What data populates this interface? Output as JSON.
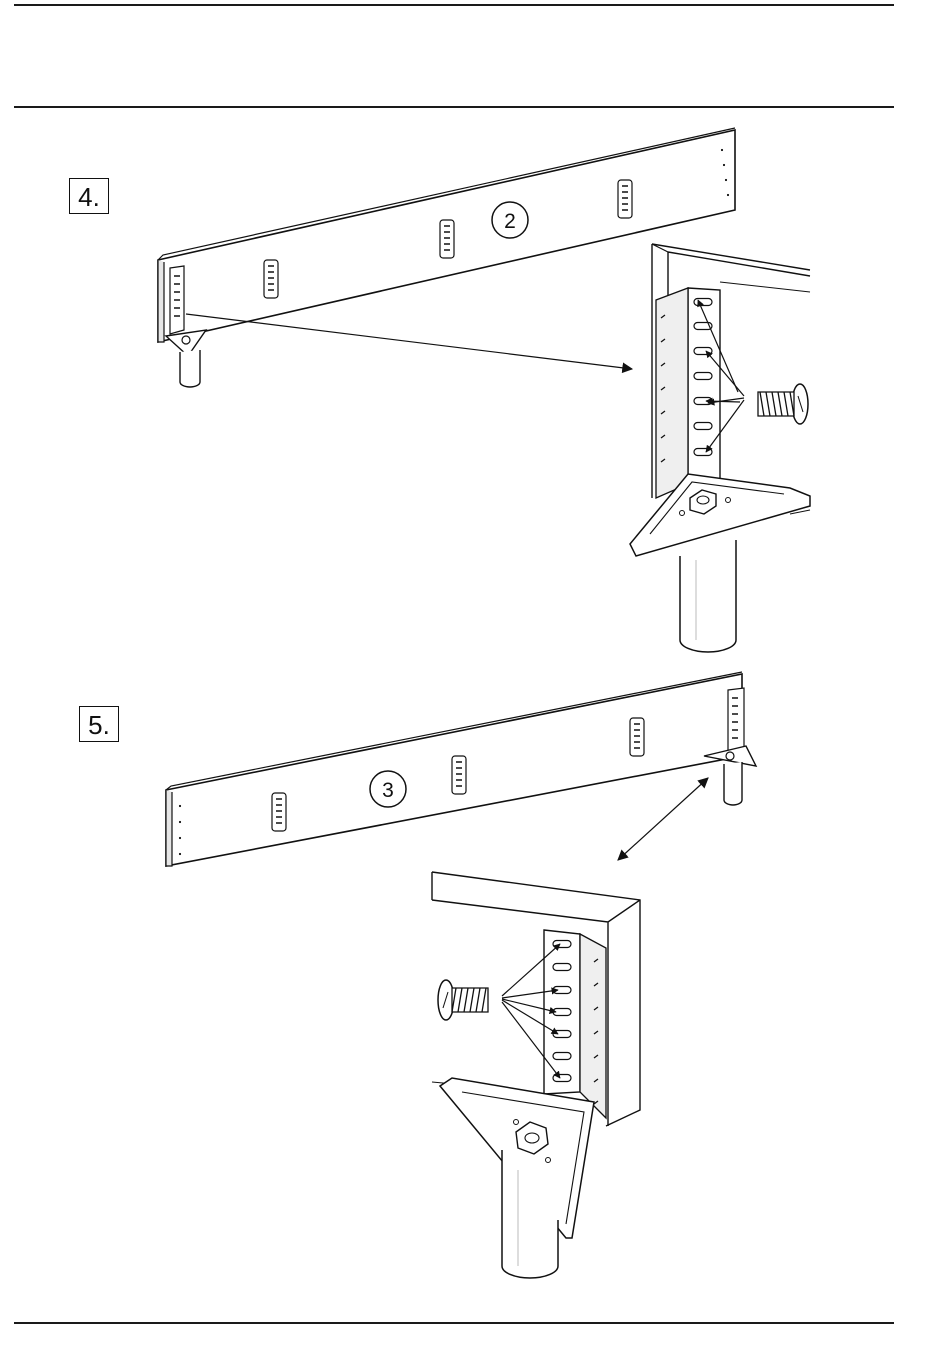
{
  "steps": [
    {
      "label": "4.",
      "part_label": "2"
    },
    {
      "label": "5.",
      "part_label": "3"
    }
  ],
  "colors": {
    "ink": "#111111",
    "shade": "#e6e6e6",
    "paper": "#ffffff"
  }
}
